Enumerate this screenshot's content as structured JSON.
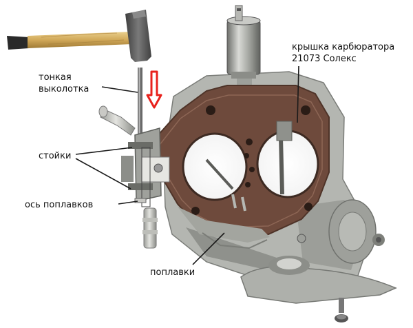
{
  "labels": {
    "punch": [
      "тонкая",
      "выколотка"
    ],
    "cover": [
      "крышка карбюратора",
      "21073 Солекс"
    ],
    "posts": "стойки",
    "float_axis": "ось поплавков",
    "floats": "поплавки"
  },
  "colors": {
    "arrow": "#e8211c",
    "leader": "#1a1a1a",
    "metal": "#a8aaa5",
    "metal_dark": "#6f716d",
    "gasket": "#6e4a3c",
    "hammer_handle": "#d8b46a",
    "hammer_head": "#5b5b5b"
  }
}
